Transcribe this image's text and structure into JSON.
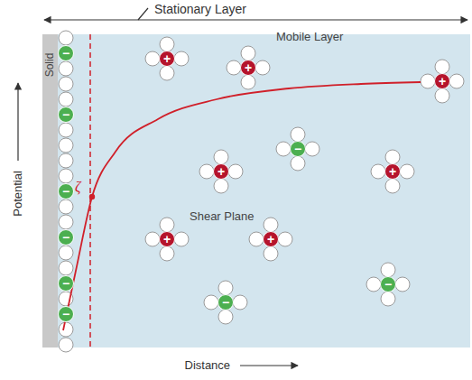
{
  "diagram": {
    "nodes": [
      {
        "text": [
          "Solid"
        ]
      },
      {
        "text": [
          "−"
        ]
      },
      {
        "text": [
          "−"
        ]
      },
      {
        "text": [
          "−"
        ]
      },
      {
        "text": [
          "−"
        ]
      },
      {
        "text": [
          "−"
        ]
      },
      {
        "text": [
          "−"
        ]
      },
      {
        "text": [
          "+"
        ]
      },
      {
        "text": [
          "+"
        ]
      },
      {
        "text": [
          "+"
        ]
      },
      {
        "text": [
          "−"
        ]
      },
      {
        "text": [
          "+"
        ]
      },
      {
        "text": [
          "+"
        ]
      },
      {
        "text": [
          "+"
        ]
      },
      {
        "text": [
          "+"
        ]
      },
      {
        "text": [
          "−"
        ]
      },
      {
        "text": [
          "−"
        ]
      }
    ],
    "labels": [
      "Stationary Layer",
      "Mobile Layer",
      "Potential",
      "Distance",
      "ζ",
      "Shear Plane"
    ]
  }
}
